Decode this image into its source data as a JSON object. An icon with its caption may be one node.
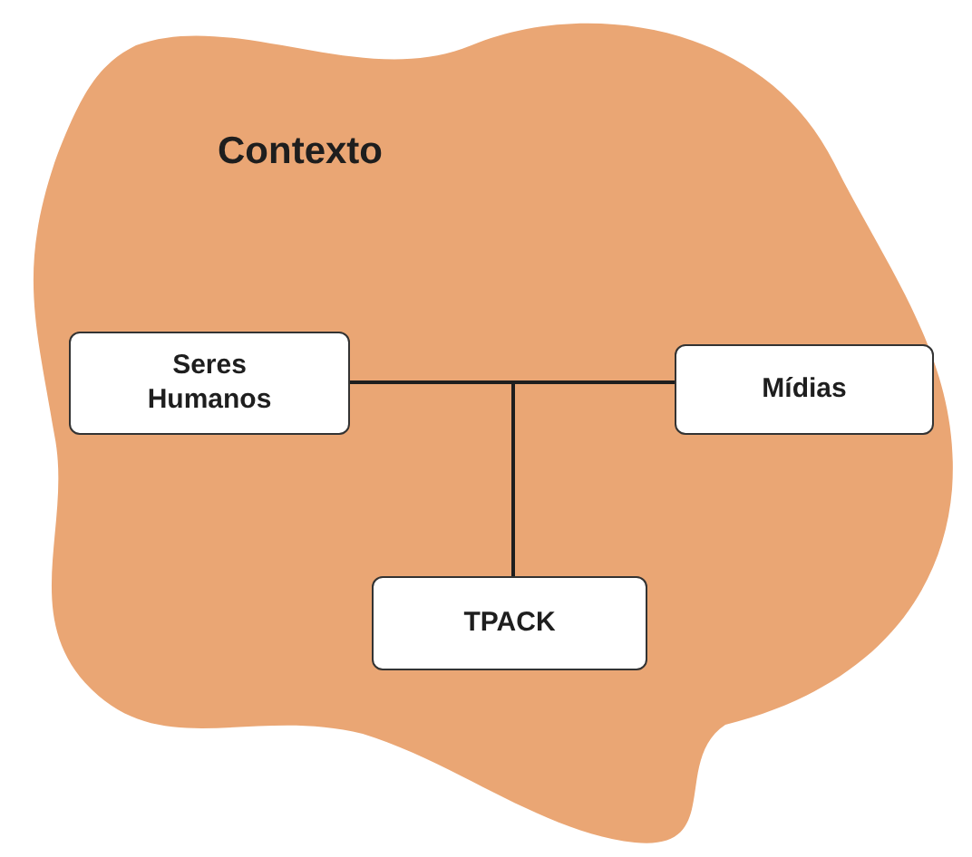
{
  "diagram": {
    "nodes": [
      {
        "text": [
          "Contexto"
        ]
      },
      {
        "text": [
          "Seres Humanos"
        ],
        "in": 0
      },
      {
        "text": [
          "Mídias"
        ],
        "in": 0
      },
      {
        "text": [
          "TPACK"
        ],
        "in": 0
      }
    ],
    "edges": [
      {
        "from": 1,
        "to": 3,
        "arrow": "none"
      },
      {
        "from": 2,
        "to": 3,
        "arrow": "none"
      }
    ]
  }
}
